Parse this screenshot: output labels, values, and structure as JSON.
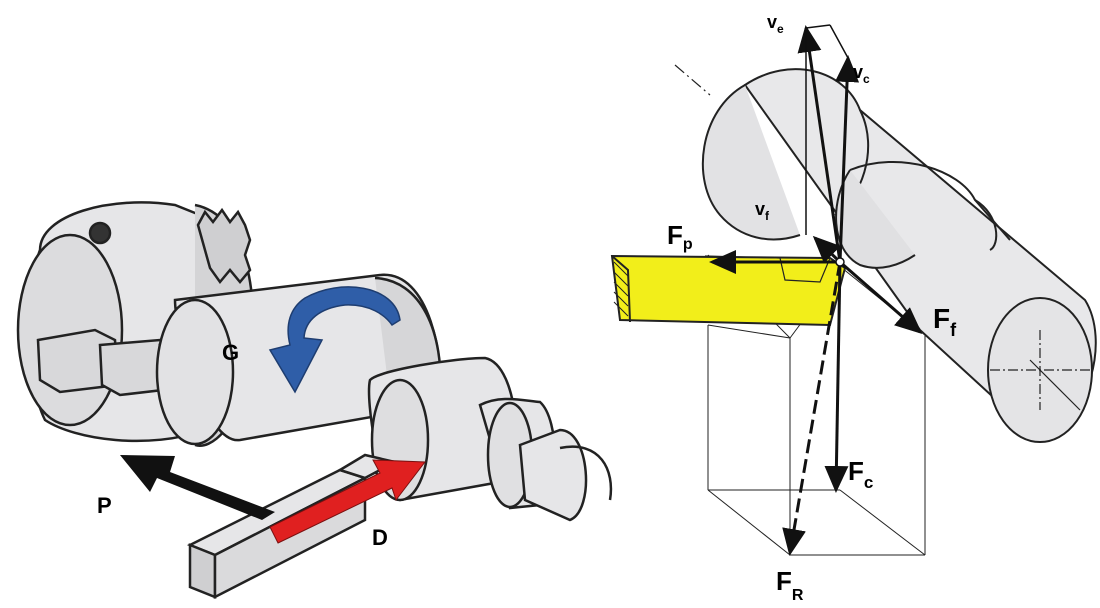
{
  "left_figure": {
    "label_G": "G",
    "label_P": "P",
    "label_D": "D",
    "colors": {
      "rotation_arrow": "#2f5ea8",
      "feed_arrow": "#111111",
      "depth_arrow": "#e02020",
      "body": "#e6e6e8",
      "outline": "#222222"
    }
  },
  "right_figure": {
    "ve_main": "v",
    "ve_sub": "e",
    "vc_main": "v",
    "vc_sub": "c",
    "vf_main": "v",
    "vf_sub": "f",
    "fp_main": "F",
    "fp_sub": "p",
    "ff_main": "F",
    "ff_sub": "f",
    "fc_main": "F",
    "fc_sub": "c",
    "fr_main": "F",
    "fr_sub": "R",
    "colors": {
      "tool": "#f2ee1a",
      "body": "#e8e8ea",
      "outline": "#222222"
    }
  }
}
